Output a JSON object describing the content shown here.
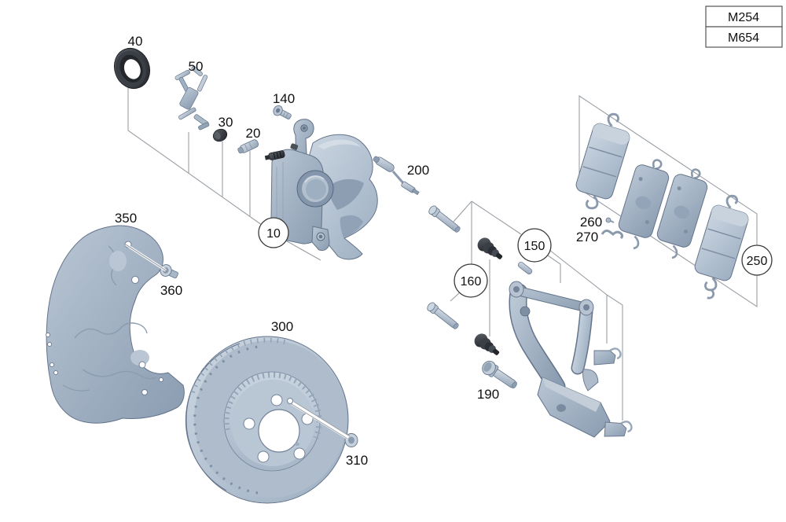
{
  "diagram": {
    "engine_codes": {
      "code1": "M254",
      "code2": "M654"
    },
    "callouts": {
      "c10": "10",
      "c20": "20",
      "c30": "30",
      "c40": "40",
      "c50": "50",
      "c140": "140",
      "c150": "150",
      "c160": "160",
      "c190": "190",
      "c200": "200",
      "c250": "250",
      "c260": "260",
      "c270": "270",
      "c300": "300",
      "c310": "310",
      "c350": "350",
      "c360": "360"
    },
    "colors": {
      "part_steel": "#a9b8ca",
      "part_steel_light": "#ccd6e1",
      "part_steel_dark": "#7d8ea3",
      "part_outline": "#64748a",
      "rubber_dark": "#2b2f35",
      "leader_line": "#9aa0a6",
      "label_text": "#111111",
      "background": "#ffffff"
    }
  }
}
